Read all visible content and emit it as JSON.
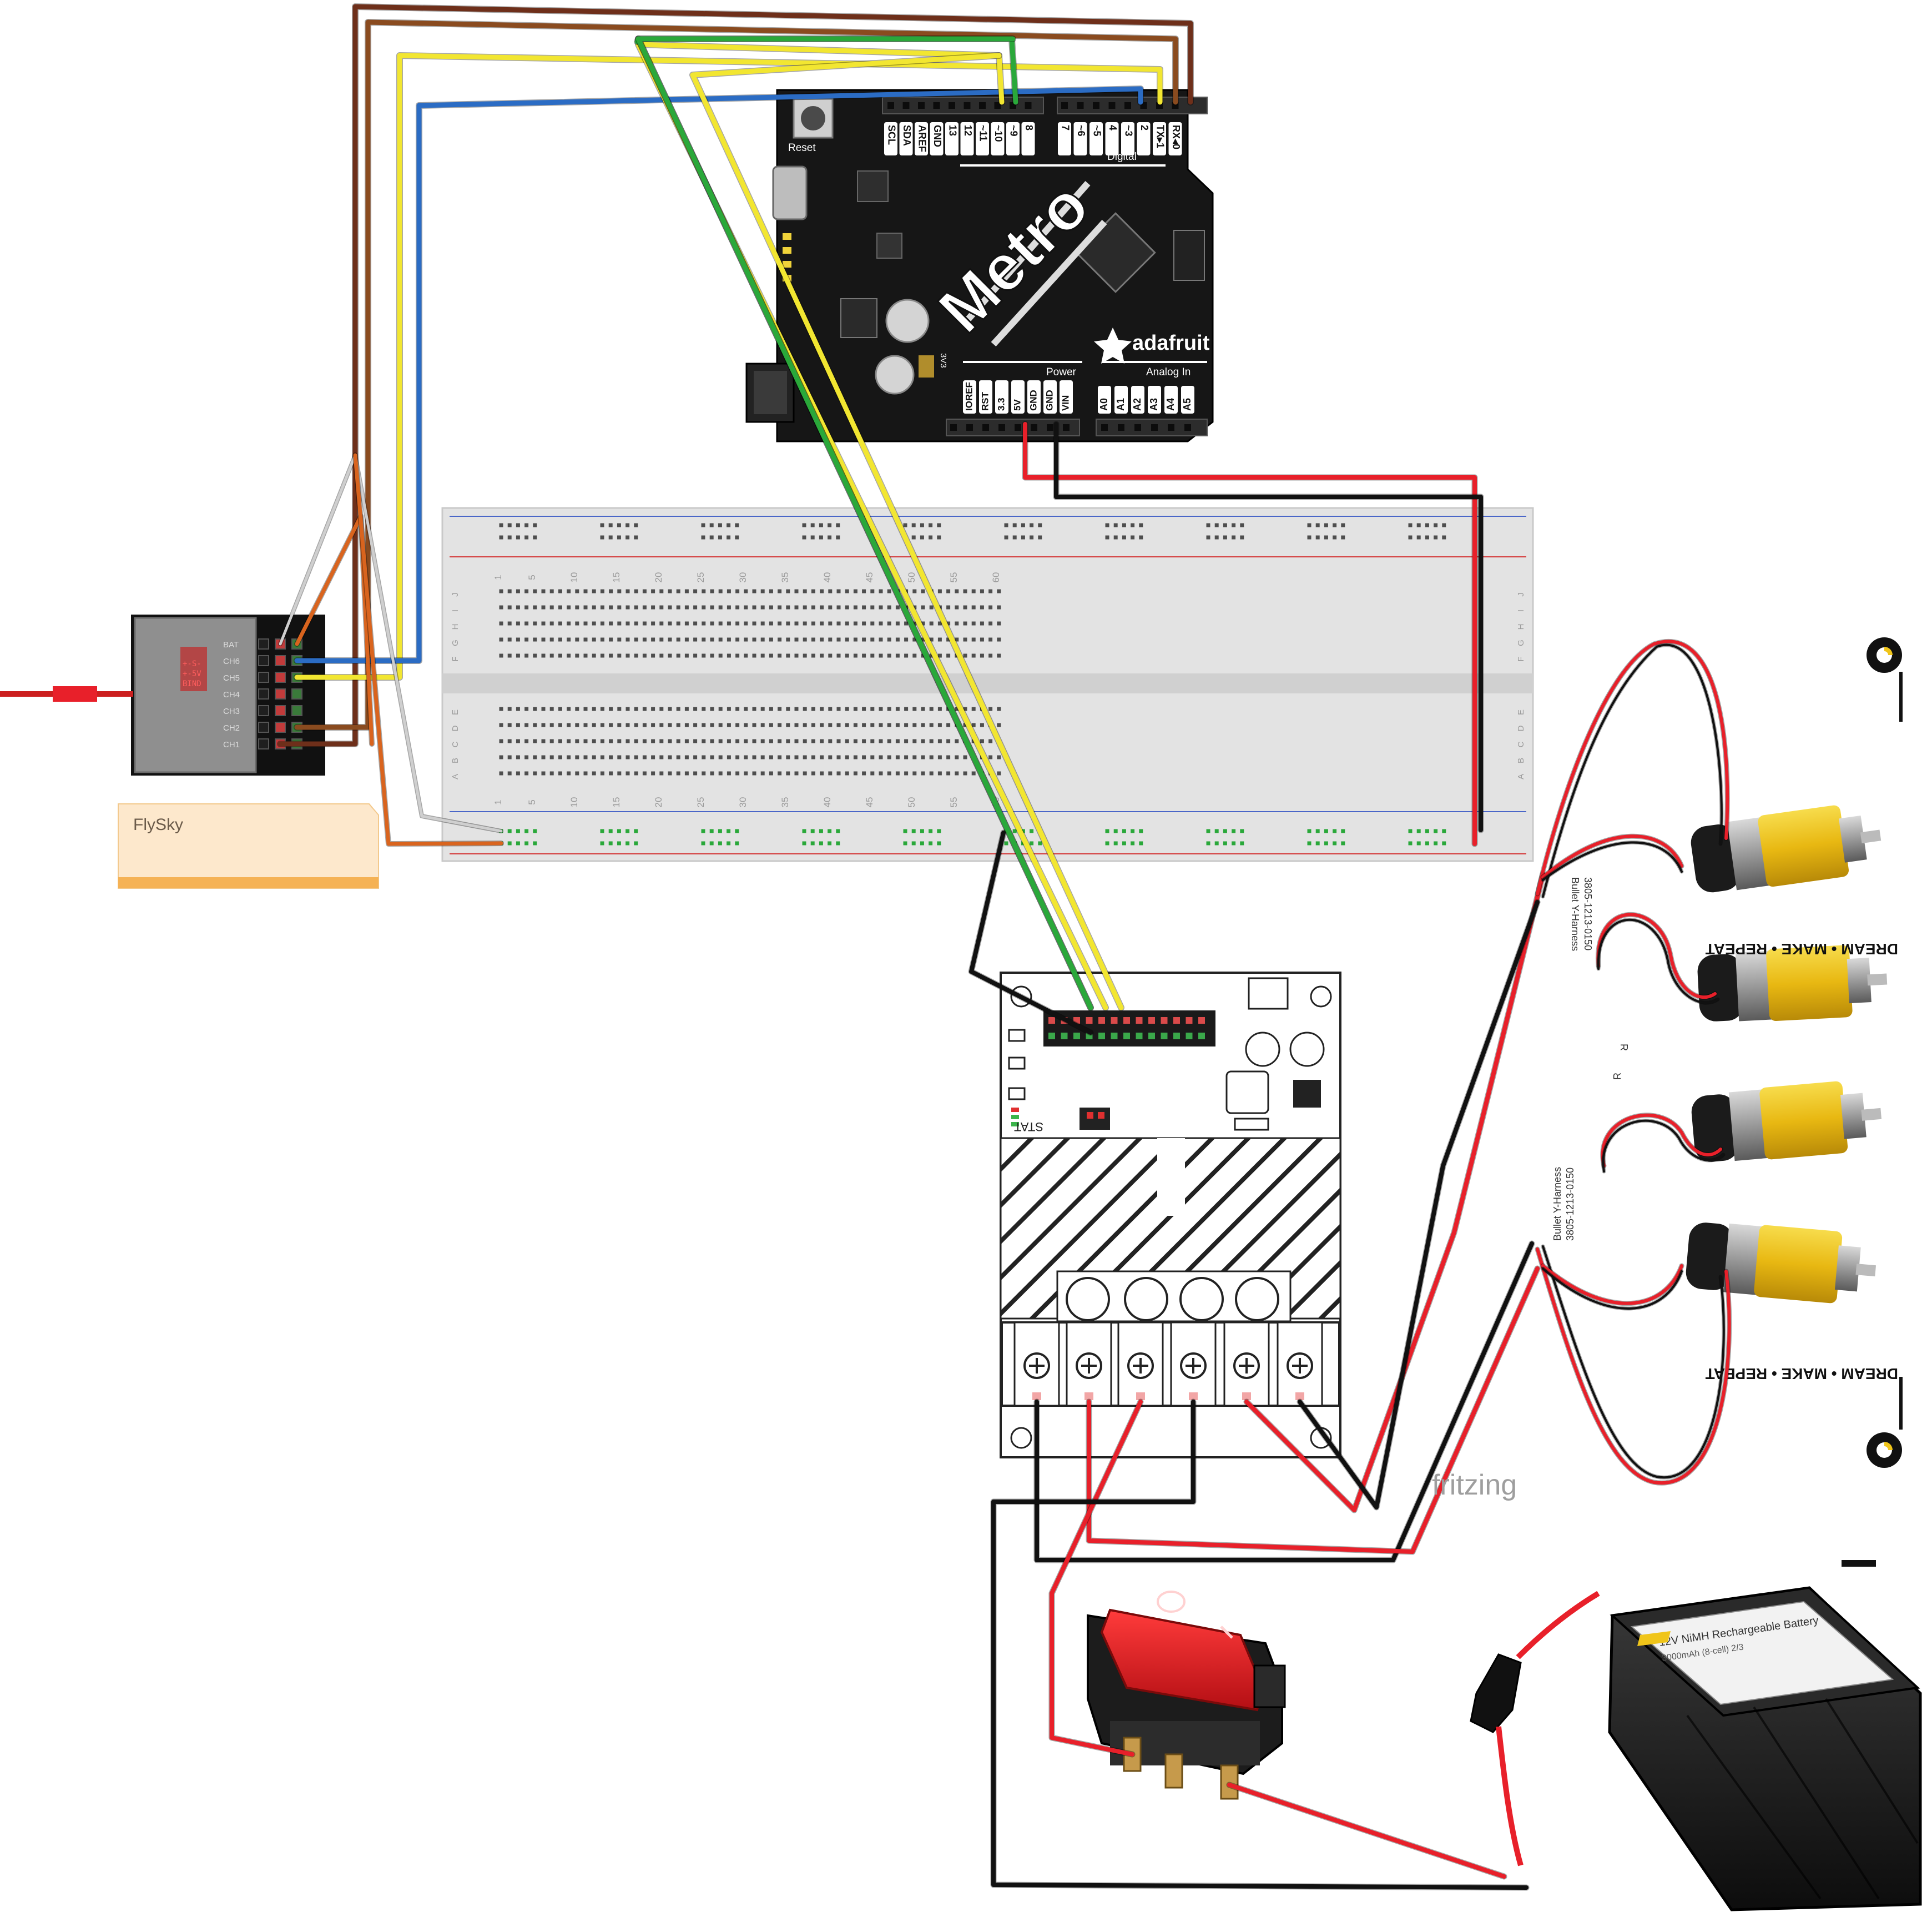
{
  "receiver": {
    "pins": [
      "BAT",
      "CH6",
      "CH5",
      "CH4",
      "CH3",
      "CH2",
      "CH1"
    ],
    "screen_lines": [
      "+-S-",
      "+-5V",
      "BIND"
    ],
    "note": "FlySky"
  },
  "metro": {
    "reset": "Reset",
    "digital_pins": [
      "SCL",
      "SDA",
      "AREF",
      "GND",
      "13",
      "12",
      "~11",
      "~10",
      "~9",
      "8",
      "7",
      "~6",
      "~5",
      "4",
      "~3",
      "2",
      "TX▸1",
      "RX◂0"
    ],
    "digital_label": "Digital",
    "logo": "Metro",
    "brand": "adafruit",
    "power_label": "Power",
    "power_pins": [
      "IOREF",
      "RST",
      "3.3",
      "5V",
      "GND",
      "GND",
      "VIN"
    ],
    "analog_label": "Analog In",
    "analog_pins": [
      "A0",
      "A1",
      "A2",
      "A3",
      "A4",
      "A5"
    ],
    "v33": "3V3"
  },
  "breadboard": {
    "col_numbers": [
      "1",
      "5",
      "10",
      "15",
      "20",
      "25",
      "30",
      "35",
      "40",
      "45",
      "50",
      "55",
      "60"
    ],
    "row_letters_top": [
      "J",
      "I",
      "H",
      "G",
      "F"
    ],
    "row_letters_bottom": [
      "E",
      "D",
      "C",
      "B",
      "A"
    ]
  },
  "motor_driver": {
    "stat_label": "STAT"
  },
  "harness": {
    "top": [
      "3805-1213-0150",
      "Bullet Y-Harness"
    ],
    "bottom": [
      "3805-1213-0150",
      "Bullet Y-Harness"
    ],
    "side_letters": [
      "R",
      "R"
    ]
  },
  "banner": {
    "top_text": "DREAM • MAKE • REPEAT",
    "bottom_text": "DREAM • MAKE • REPEAT"
  },
  "battery": {
    "line1": "12V NiMH Rechargeable Battery",
    "line2": "3000mAh (8-cell) 2/3"
  },
  "watermark": "fritzing",
  "colors": {
    "red": "#e8202a",
    "black": "#111111",
    "green": "#2aa83a",
    "yellow": "#f2e631",
    "blue": "#2b6cc4",
    "brown": "#8a4b1f",
    "dark_brown": "#6e2f1a",
    "orange": "#d9641e",
    "white_wire": "#cfcfcf",
    "board": "#1a1a1a",
    "breadboard": "#e2e2e2",
    "motor_yellow": "#f0c51a",
    "note_bg": "#fde8cc"
  }
}
